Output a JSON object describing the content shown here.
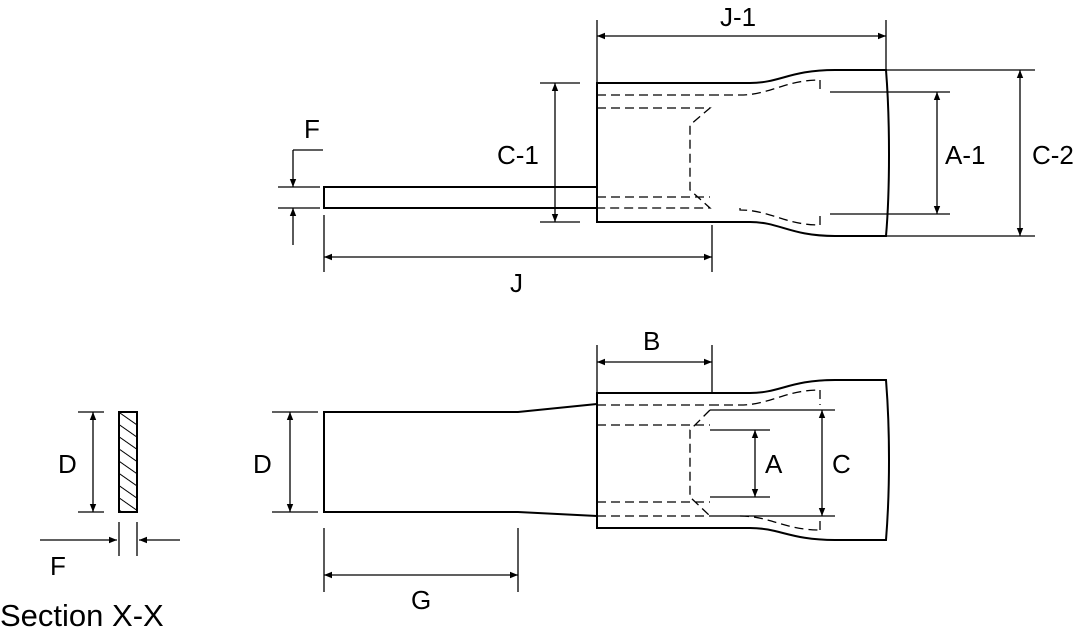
{
  "labels": {
    "j1": "J-1",
    "c1": "C-1",
    "a1": "A-1",
    "c2": "C-2",
    "f_top": "F",
    "j": "J",
    "b": "B",
    "a": "A",
    "c": "C",
    "d_section": "D",
    "d_side": "D",
    "f_section": "F",
    "g": "G",
    "section_title": "Section X-X"
  },
  "colors": {
    "line": "#000000",
    "background": "#ffffff"
  }
}
